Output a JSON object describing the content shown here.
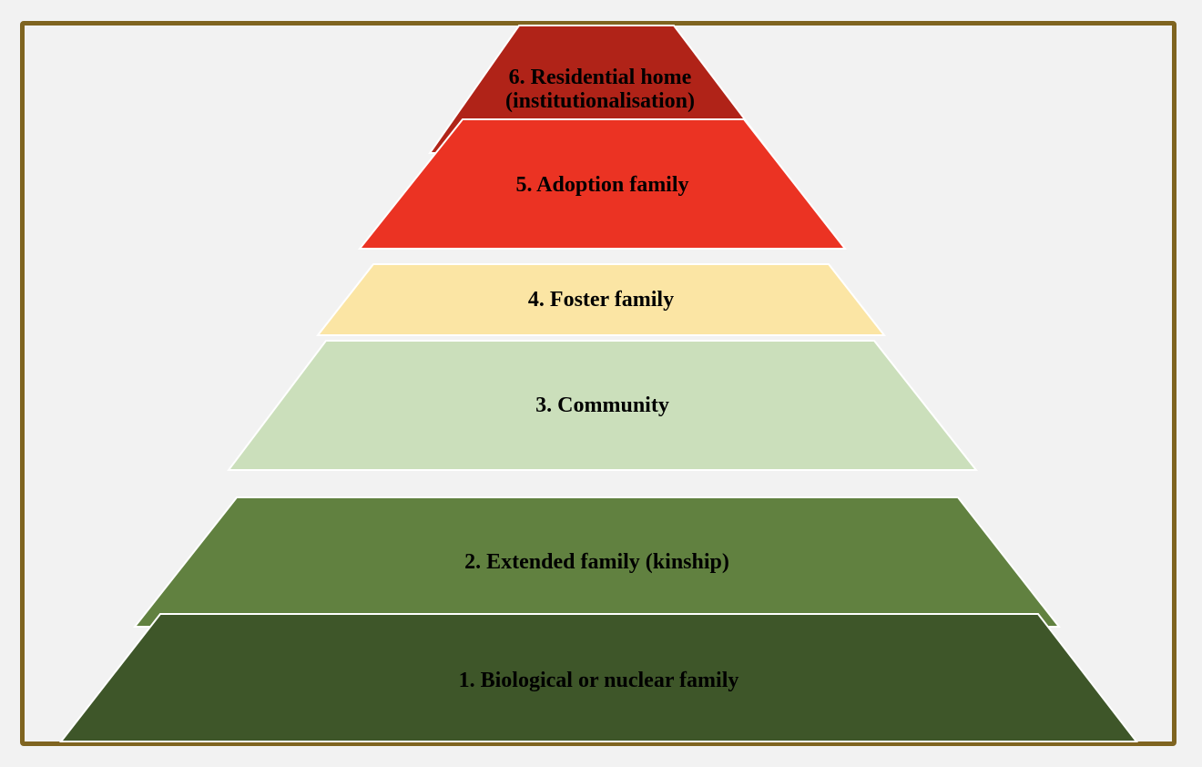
{
  "pyramid": {
    "levels": [
      {
        "id": "residential-home",
        "lines": [
          "6. Residential home",
          "(institutionalisation)"
        ],
        "color": "#b02318"
      },
      {
        "id": "adoption-family",
        "lines": [
          "5. Adoption family"
        ],
        "color": "#eb3323"
      },
      {
        "id": "foster-family",
        "lines": [
          "4. Foster family"
        ],
        "color": "#fbe5a4"
      },
      {
        "id": "community",
        "lines": [
          "3. Community"
        ],
        "color": "#cbdfbb"
      },
      {
        "id": "extended-family",
        "lines": [
          "2. Extended family (kinship)"
        ],
        "color": "#618140"
      },
      {
        "id": "biological-family",
        "lines": [
          "1. Biological or nuclear family"
        ],
        "color": "#3e5629"
      }
    ],
    "frame_color": "#7f6420",
    "background_color": "#f2f2f2",
    "separator_color": "#ffffff"
  }
}
